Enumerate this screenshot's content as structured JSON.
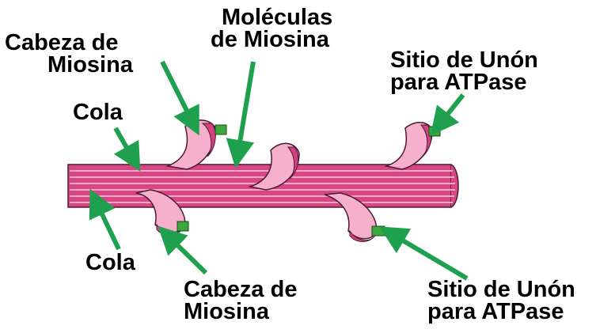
{
  "labels": {
    "cabeza_top": [
      "Cabeza de",
      "Miosina"
    ],
    "moleculas": [
      "Moléculas",
      "de Miosina"
    ],
    "sitio_top": [
      "Sitio de Unón",
      "para ATPase"
    ],
    "cola_top": "Cola",
    "cola_bottom": "Cola",
    "cabeza_bottom": [
      "Cabeza de",
      "Miosina"
    ],
    "sitio_bottom": [
      "Sitio de Unón",
      "para ATPase"
    ]
  },
  "colors": {
    "filament": "#d94686",
    "filament_light": "#f0a8c6",
    "head_light": "#f6b0cb",
    "head_dark": "#d63f80",
    "atpase_site": "#3aa83a",
    "arrow": "#1fa04f",
    "text": "#000000"
  }
}
